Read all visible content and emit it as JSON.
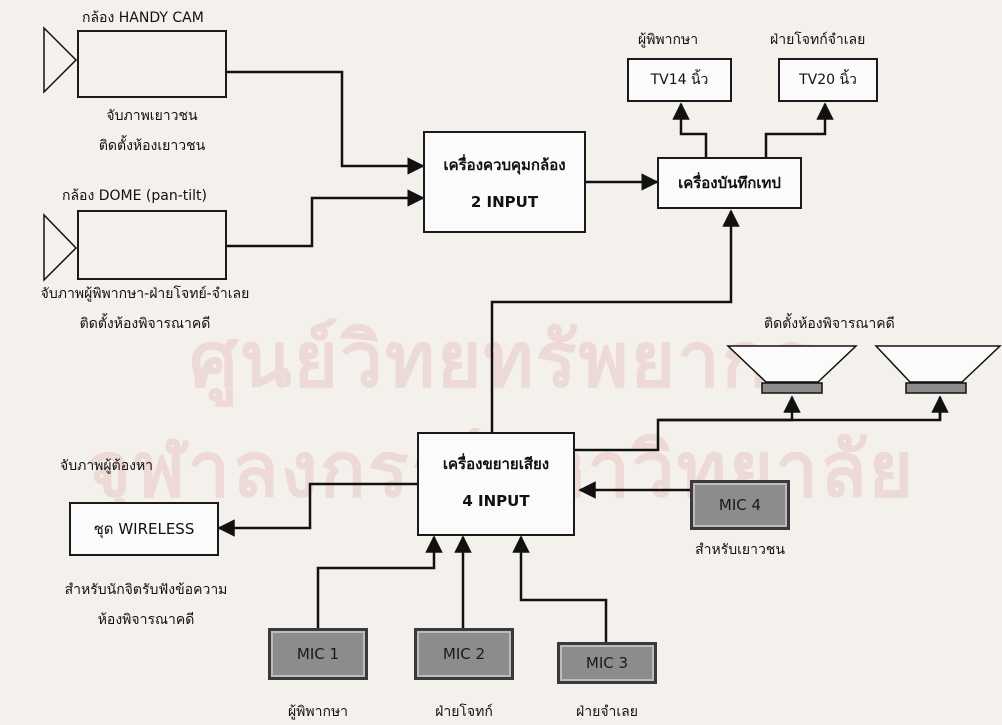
{
  "watermark": {
    "line1": "ศูนย์วิทยทรัพยากร",
    "line2": "จุฬาลงกรณ์มหาวิทยาลัย"
  },
  "cameras": {
    "handy": {
      "title": "กล้อง HANDY CAM",
      "caption_line1": "จับภาพเยาวชน",
      "caption_line2": "ติดตั้งห้องเยาวชน"
    },
    "dome": {
      "title": "กล้อง DOME (pan-tilt)",
      "caption_line1": "จับภาพผู้พิพากษา-ฝ่ายโจทย์-จำเลย",
      "caption_line2": "ติดตั้งห้องพิจารณาคดี"
    }
  },
  "controller": {
    "line1": "เครื่องควบคุมกล้อง",
    "line2": "2 INPUT"
  },
  "recorder": {
    "label": "เครื่องบันทึกเทป"
  },
  "tvs": {
    "tv14": {
      "caption": "ผู้พิพากษา",
      "label": "TV14 นิ้ว"
    },
    "tv20": {
      "caption": "ฝ่ายโจทก์จำเลย",
      "label": "TV20 นิ้ว"
    }
  },
  "speakers": {
    "caption": "ติดตั้งห้องพิจารณาคดี"
  },
  "amplifier": {
    "line1": "เครื่องขยายเสียง",
    "line2": "4 INPUT"
  },
  "wireless": {
    "top_caption": "จับภาพผู้ต้องหา",
    "label": "ชุด WIRELESS",
    "caption_line1": "สำหรับนักจิตรับฟังข้อความ",
    "caption_line2": "ห้องพิจารณาคดี"
  },
  "mics": [
    {
      "label": "MIC 1",
      "caption": "ผู้พิพากษา"
    },
    {
      "label": "MIC 2",
      "caption": "ฝ่ายโจทก์"
    },
    {
      "label": "MIC 3",
      "caption": "ฝ่ายจำเลย"
    },
    {
      "label": "MIC 4",
      "caption": "สำหรับเยาวชน"
    }
  ]
}
